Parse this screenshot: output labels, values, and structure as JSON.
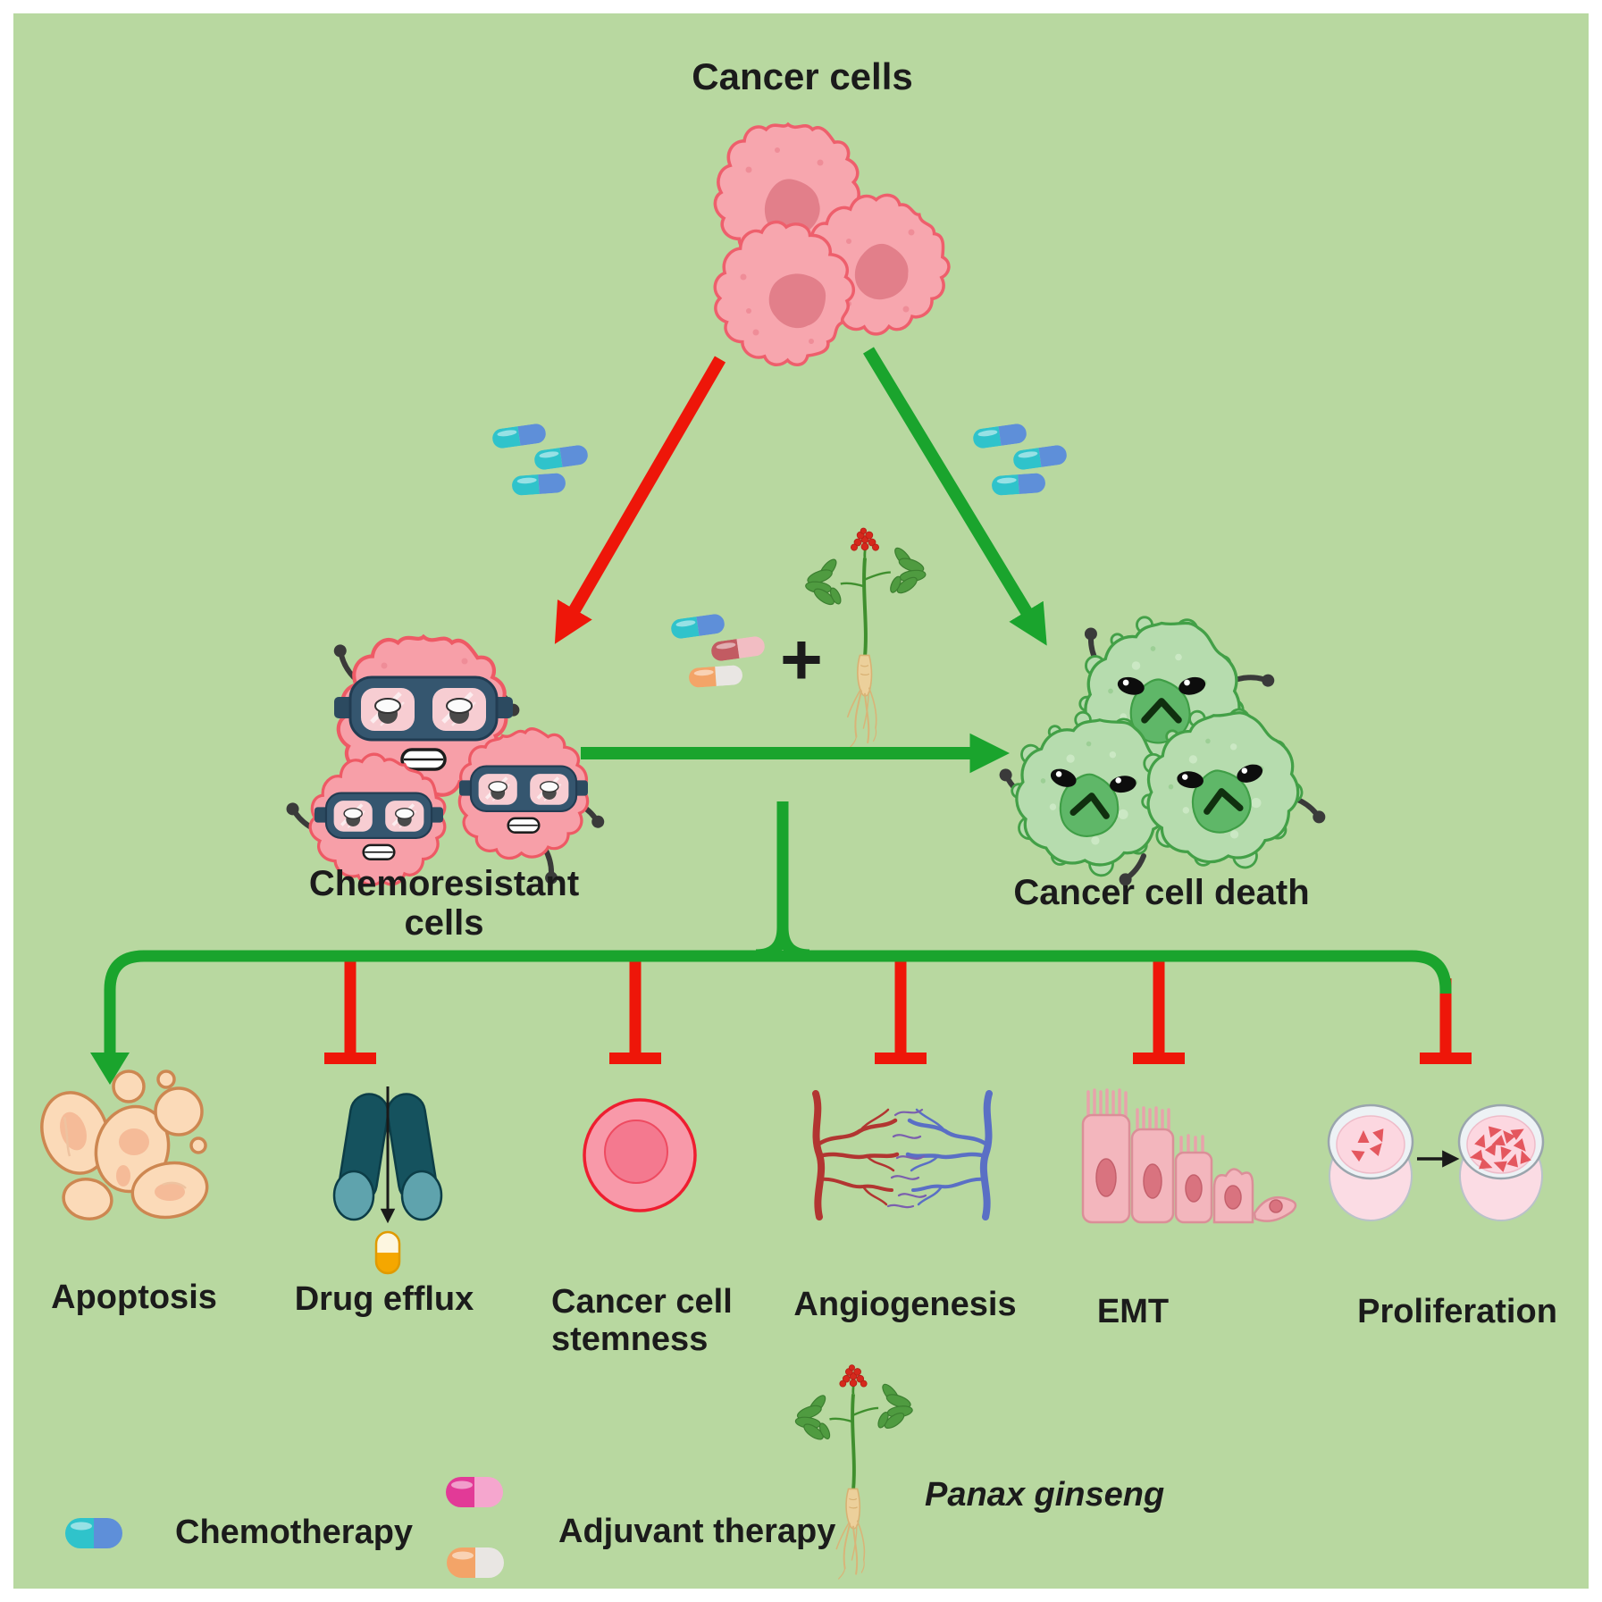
{
  "background": {
    "canvas_color": "#b8d8a0",
    "frame_color": "#ffffff"
  },
  "colors": {
    "stimulatory_arrow_green": "#1aa42d",
    "inhibitory_arrow_red": "#ee1609",
    "text": "#1b1b1b",
    "cancer_cell_pink": "#f7a6ae",
    "dead_cell_green": "#b6dcae",
    "chemo_capsule": [
      "#2fc3cb",
      "#5e8fd9"
    ],
    "adjuvant_capsule_pink": [
      "#e23a97",
      "#f5a6ce"
    ],
    "adjuvant_capsule_orange": [
      "#f3a468",
      "#e9e6e3"
    ]
  },
  "labels": {
    "cancer_cells": "Cancer cells",
    "chemoresistant": {
      "lines": [
        "Chemoresistant",
        "cells"
      ]
    },
    "cancer_cell_death": "Cancer cell death",
    "plus_sign": "+"
  },
  "hallmarks": [
    {
      "name": "apoptosis",
      "label": "Apoptosis",
      "connector": "green-arrow",
      "icon": "apoptotic-bodies-icon"
    },
    {
      "name": "drug-efflux",
      "label": "Drug efflux",
      "connector": "red-inhibitor",
      "icon": "efflux-pump-icon"
    },
    {
      "name": "cancer-cell-stemness",
      "lines": [
        "Cancer cell",
        "stemness"
      ],
      "connector": "red-inhibitor",
      "icon": "stem-cell-icon"
    },
    {
      "name": "angiogenesis",
      "label": "Angiogenesis",
      "connector": "red-inhibitor",
      "icon": "blood-vessels-icon"
    },
    {
      "name": "emt",
      "label": "EMT",
      "connector": "red-inhibitor",
      "icon": "epithelial-mesenchymal-cells-icon"
    },
    {
      "name": "proliferation",
      "label": "Proliferation",
      "connector": "red-inhibitor",
      "icon": "petri-dishes-icon"
    }
  ],
  "legend": [
    {
      "label": "Chemotherapy",
      "icon": "chemo-capsule-icon"
    },
    {
      "label": "Adjuvant therapy",
      "icon": "adjuvant-capsules-icon"
    },
    {
      "label": "Panax ginseng",
      "icon": "ginseng-plant-icon",
      "style": "italic"
    }
  ]
}
